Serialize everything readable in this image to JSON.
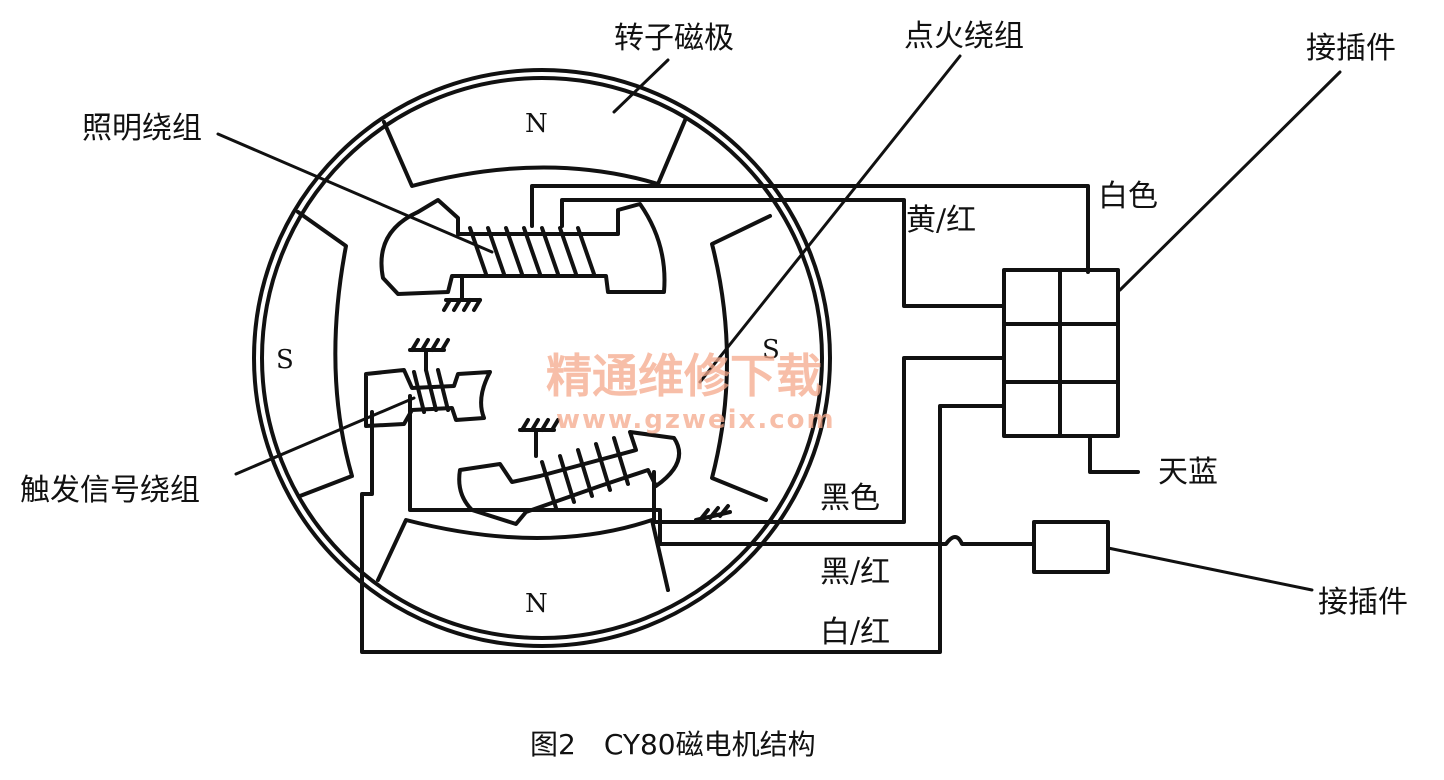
{
  "labels": {
    "rotor_pole": "转子磁极",
    "ignition_winding": "点火绕组",
    "connector_top": "接插件",
    "lighting_winding": "照明绕组",
    "trigger_winding": "触发信号绕组",
    "connector_bottom": "接插件"
  },
  "wires": {
    "white": "白色",
    "yellow_red": "黄/红",
    "sky_blue": "天蓝",
    "black": "黑色",
    "black_red": "黑/红",
    "white_red": "白/红"
  },
  "poles": {
    "n_top": "N",
    "n_bottom": "N",
    "s_left": "S",
    "s_right": "S"
  },
  "watermark": {
    "cn": "精通维修下载",
    "url": "www.gzweix.com",
    "color": "#f5a98c"
  },
  "caption": "图2　CY80磁电机结构"
}
